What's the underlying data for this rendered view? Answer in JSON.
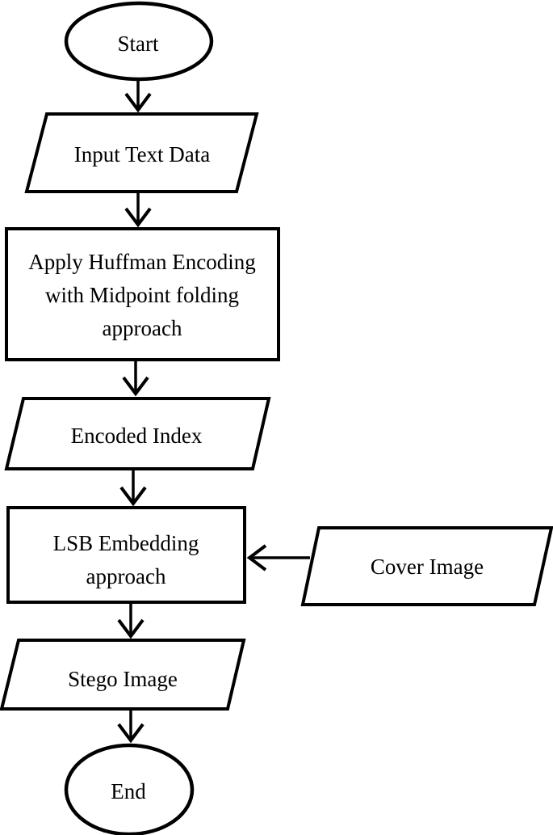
{
  "colors": {
    "background": "#ffffff",
    "stroke": "#000000",
    "text": "#000000"
  },
  "nodes": {
    "start": {
      "shape": "terminator",
      "label": "Start"
    },
    "input_text_data": {
      "shape": "data-parallelogram",
      "label": "Input Text Data"
    },
    "huffman_encoding": {
      "shape": "process-rectangle",
      "lines": [
        "Apply Huffman Encoding",
        "with Midpoint folding",
        "approach"
      ]
    },
    "encoded_index": {
      "shape": "data-parallelogram",
      "label": "Encoded Index"
    },
    "lsb_embedding": {
      "shape": "process-rectangle",
      "lines": [
        "LSB Embedding",
        "approach"
      ]
    },
    "cover_image": {
      "shape": "data-parallelogram",
      "label": "Cover Image"
    },
    "stego_image": {
      "shape": "data-parallelogram",
      "label": "Stego Image"
    },
    "end": {
      "shape": "terminator",
      "label": "End"
    }
  },
  "edges": [
    {
      "from": "start",
      "to": "input_text_data",
      "direction": "down"
    },
    {
      "from": "input_text_data",
      "to": "huffman_encoding",
      "direction": "down"
    },
    {
      "from": "huffman_encoding",
      "to": "encoded_index",
      "direction": "down"
    },
    {
      "from": "encoded_index",
      "to": "lsb_embedding",
      "direction": "down"
    },
    {
      "from": "cover_image",
      "to": "lsb_embedding",
      "direction": "left"
    },
    {
      "from": "lsb_embedding",
      "to": "stego_image",
      "direction": "down"
    },
    {
      "from": "stego_image",
      "to": "end",
      "direction": "down"
    }
  ]
}
